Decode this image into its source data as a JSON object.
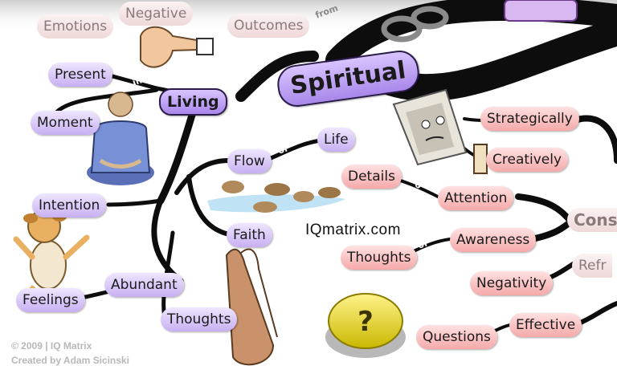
{
  "central": "Spiritual",
  "hub": "Living",
  "left_nodes": {
    "present": "Present",
    "moment": "Moment",
    "intention": "Intention",
    "abundant": "Abundant",
    "feelings": "Feelings",
    "thoughts": "Thoughts"
  },
  "middle_nodes": {
    "flow": "Flow",
    "life": "Life",
    "faith": "Faith"
  },
  "top_nodes": {
    "emotions": "Emotions",
    "negative": "Negative",
    "outcomes": "Outcomes",
    "from": "from"
  },
  "right_nodes": {
    "strategically": "Strategically",
    "creatively": "Creatively",
    "details": "Details",
    "attention": "Attention",
    "awareness": "Awareness",
    "thoughts": "Thoughts",
    "negativity": "Negativity",
    "effective": "Effective",
    "questions": "Questions",
    "cons_partial": "Cons",
    "refr_partial": "Refr"
  },
  "connectors": {
    "in": "in",
    "with": "with",
    "of_flow": "of",
    "to": "To",
    "of_awareness": "of"
  },
  "website": "IQmatrix.com",
  "credit_line1": "© 2009 | IQ Matrix",
  "credit_line2": "Created by Adam Sicinski",
  "colors": {
    "branch": "#0d0d0d",
    "violet": "#b89cf0",
    "pink": "#f3a6a6"
  }
}
